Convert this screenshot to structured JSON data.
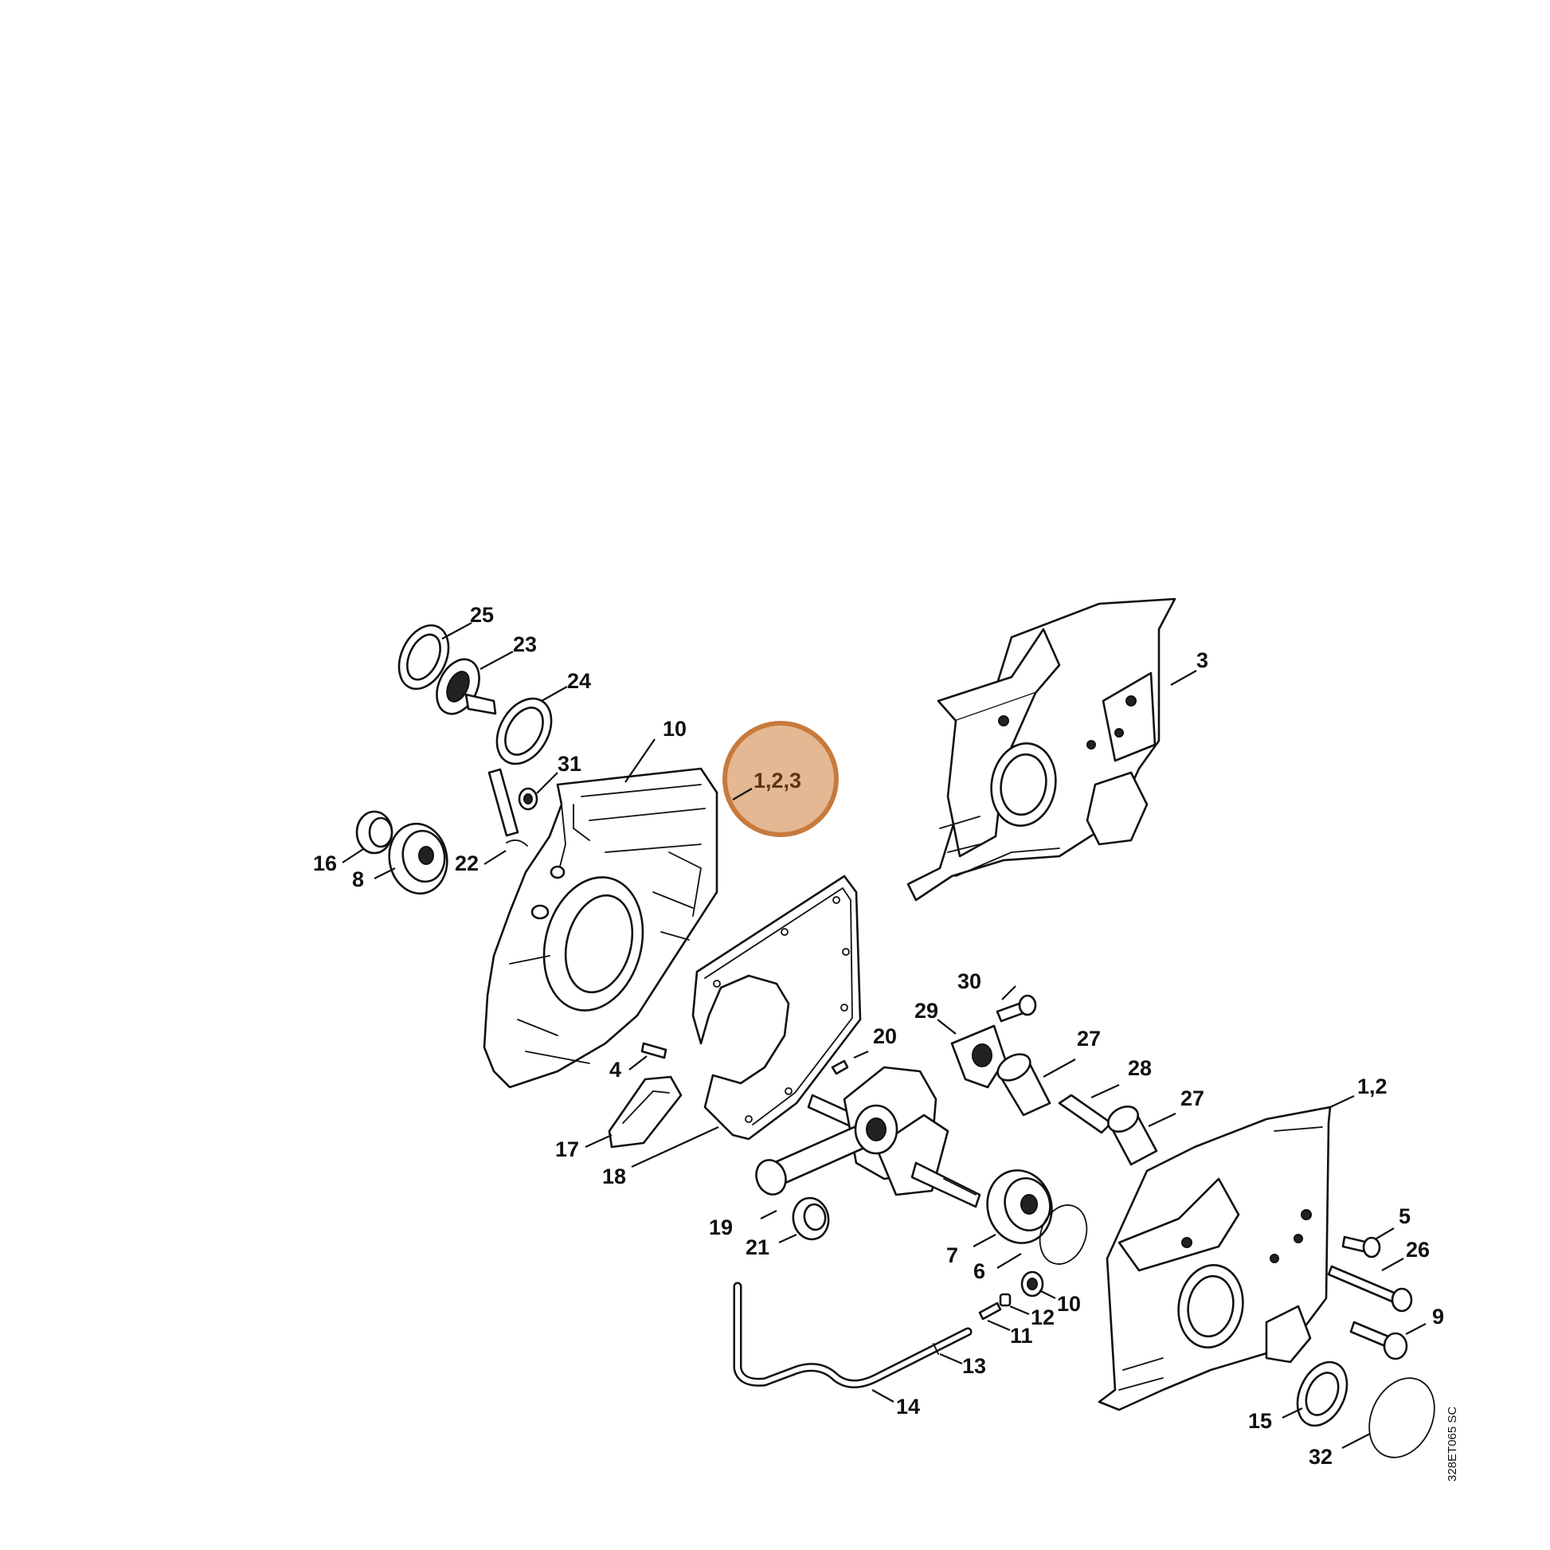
{
  "diagram": {
    "code": "328ET065 SC",
    "highlight_label": "1,2,3",
    "highlight_fill": "#e4b892",
    "highlight_stroke": "#c77a3c",
    "callouts": {
      "c25": "25",
      "c23": "23",
      "c24": "24",
      "c10a": "10",
      "c31": "31",
      "c16": "16",
      "c8": "8",
      "c22": "22",
      "c4": "4",
      "c17": "17",
      "c18": "18",
      "c3": "3",
      "c30": "30",
      "c29": "29",
      "c20": "20",
      "c27a": "27",
      "c28": "28",
      "c27b": "27",
      "c12b": "1,2",
      "c19": "19",
      "c21": "21",
      "c7": "7",
      "c6": "6",
      "c10b": "10",
      "c12": "12",
      "c11": "11",
      "c13": "13",
      "c14": "14",
      "c5": "5",
      "c26": "26",
      "c9": "9",
      "c15": "15",
      "c32": "32"
    }
  }
}
